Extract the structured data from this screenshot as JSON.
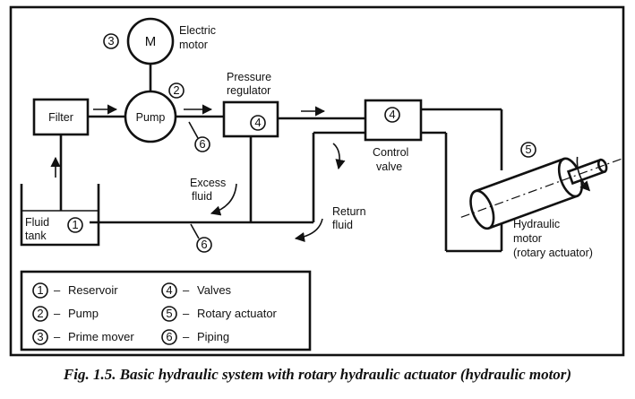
{
  "components": {
    "motor": {
      "symbol": "M",
      "label_line1": "Electric",
      "label_line2": "motor",
      "number": "3"
    },
    "pump": {
      "label": "Pump",
      "number": "2"
    },
    "filter": {
      "label": "Filter"
    },
    "pressure_regulator": {
      "label_line1": "Pressure",
      "label_line2": "regulator",
      "number": "4"
    },
    "control_valve": {
      "label_line1": "Control",
      "label_line2": "valve",
      "number": "4"
    },
    "fluid_tank": {
      "label_line1": "Fluid",
      "label_line2": "tank",
      "number": "1"
    },
    "hydraulic_motor": {
      "label_line1": "Hydraulic",
      "label_line2": "motor",
      "label_line3": "(rotary actuator)",
      "number": "5"
    },
    "piping_upper": {
      "number": "6"
    },
    "piping_lower": {
      "number": "6"
    }
  },
  "annotations": {
    "excess_line1": "Excess",
    "excess_line2": "fluid",
    "return_line1": "Return",
    "return_line2": "fluid"
  },
  "legend": [
    {
      "num": "1",
      "text": "Reservoir"
    },
    {
      "num": "2",
      "text": "Pump"
    },
    {
      "num": "3",
      "text": "Prime mover"
    },
    {
      "num": "4",
      "text": "Valves"
    },
    {
      "num": "5",
      "text": "Rotary actuator"
    },
    {
      "num": "6",
      "text": "Piping"
    }
  ],
  "legend_dash": "–",
  "caption": "Fig. 1.5. Basic hydraulic system with rotary hydraulic actuator (hydraulic motor)"
}
